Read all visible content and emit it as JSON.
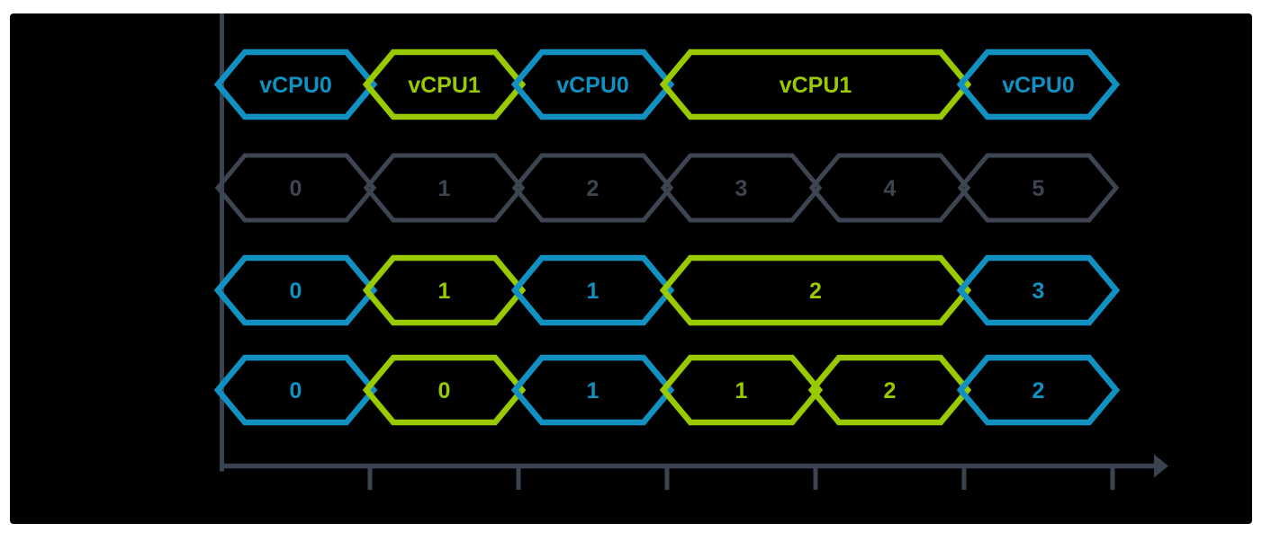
{
  "diagram": {
    "title": "vcpu-coscheduling-timeline",
    "background": "#ffffff",
    "panel_color": "#000000",
    "colors": {
      "blue": "#1191c2",
      "green": "#99ca00",
      "gray": "#3c4551",
      "axis": "#3a4350"
    },
    "slot_count": 6,
    "axis": {
      "orientation": "left-vertical-and-bottom-horizontal-arrow",
      "tick_count": 6
    },
    "rows": [
      {
        "name": "vcpu-timeline-row",
        "segments": [
          {
            "label": "vCPU0",
            "color": "blue",
            "slot": 0,
            "span": 1
          },
          {
            "label": "vCPU1",
            "color": "green",
            "slot": 1,
            "span": 1
          },
          {
            "label": "vCPU0",
            "color": "blue",
            "slot": 2,
            "span": 1
          },
          {
            "label": "vCPU1",
            "color": "green",
            "slot": 3,
            "span": 2
          },
          {
            "label": "vCPU0",
            "color": "blue",
            "slot": 5,
            "span": 1
          }
        ]
      },
      {
        "name": "time-slot-index-row",
        "segments": [
          {
            "label": "0",
            "color": "gray",
            "slot": 0,
            "span": 1
          },
          {
            "label": "1",
            "color": "gray",
            "slot": 1,
            "span": 1
          },
          {
            "label": "2",
            "color": "gray",
            "slot": 2,
            "span": 1
          },
          {
            "label": "3",
            "color": "gray",
            "slot": 3,
            "span": 1
          },
          {
            "label": "4",
            "color": "gray",
            "slot": 4,
            "span": 1
          },
          {
            "label": "5",
            "color": "gray",
            "slot": 5,
            "span": 1
          }
        ]
      },
      {
        "name": "counter-row-a",
        "segments": [
          {
            "label": "0",
            "color": "blue",
            "slot": 0,
            "span": 1
          },
          {
            "label": "1",
            "color": "green",
            "slot": 1,
            "span": 1
          },
          {
            "label": "1",
            "color": "blue",
            "slot": 2,
            "span": 1
          },
          {
            "label": "2",
            "color": "green",
            "slot": 3,
            "span": 2
          },
          {
            "label": "3",
            "color": "blue",
            "slot": 5,
            "span": 1
          }
        ]
      },
      {
        "name": "counter-row-b",
        "segments": [
          {
            "label": "0",
            "color": "blue",
            "slot": 0,
            "span": 1
          },
          {
            "label": "0",
            "color": "green",
            "slot": 1,
            "span": 1
          },
          {
            "label": "1",
            "color": "blue",
            "slot": 2,
            "span": 1
          },
          {
            "label": "1",
            "color": "green",
            "slot": 3,
            "span": 1
          },
          {
            "label": "2",
            "color": "green",
            "slot": 4,
            "span": 1
          },
          {
            "label": "2",
            "color": "blue",
            "slot": 5,
            "span": 1
          }
        ]
      }
    ]
  }
}
